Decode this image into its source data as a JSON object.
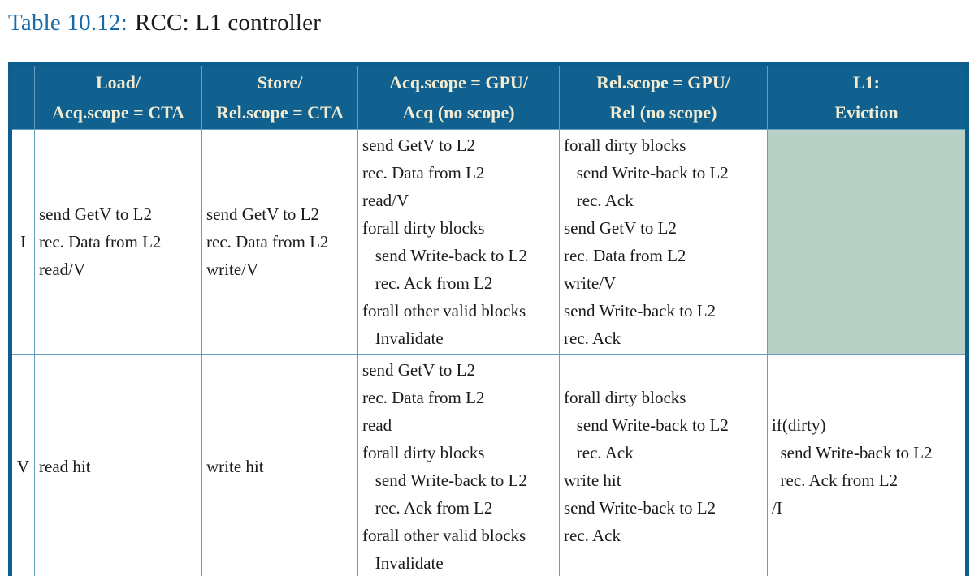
{
  "caption": {
    "label": "Table 10.12:",
    "title": "RCC: L1 controller"
  },
  "colors": {
    "header_bg": "#10618f",
    "header_text": "#f2ebd2",
    "grid_line": "#64a0c4",
    "outer_border": "#0d5e8d",
    "eviction_bg": "#b9d0c7",
    "caption_accent": "#1769a8",
    "body_text": "#1b1b1b"
  },
  "header": {
    "state": [],
    "load": [
      "Load/",
      "Acq.scope = CTA"
    ],
    "store": [
      "Store/",
      "Rel.scope = CTA"
    ],
    "acq_gpu": [
      "Acq.scope = GPU/",
      "Acq (no scope)"
    ],
    "rel_gpu": [
      "Rel.scope = GPU/",
      "Rel (no scope)"
    ],
    "eviction": [
      "L1:",
      "Eviction"
    ]
  },
  "rows": {
    "I": {
      "state": "I",
      "load": [
        "send GetV to L2",
        "rec. Data from L2",
        "read/V"
      ],
      "store": [
        "send GetV to L2",
        "rec. Data from L2",
        "write/V"
      ],
      "acq_gpu": [
        "send GetV to L2",
        "rec. Data from L2",
        "read/V",
        "forall dirty blocks",
        "   send Write-back to L2",
        "   rec. Ack from L2",
        "forall other valid blocks",
        "   Invalidate"
      ],
      "rel_gpu": [
        "forall dirty blocks",
        "   send Write-back to L2",
        "   rec. Ack",
        "send GetV to L2",
        "rec. Data from L2",
        "write/V",
        "send Write-back to L2",
        "rec. Ack"
      ],
      "eviction": []
    },
    "V": {
      "state": "V",
      "load": [
        "read hit"
      ],
      "store": [
        "write hit"
      ],
      "acq_gpu": [
        "send GetV to L2",
        "rec. Data from L2",
        "read",
        "forall dirty blocks",
        "   send Write-back to L2",
        "   rec. Ack from L2",
        "forall other valid blocks",
        "   Invalidate"
      ],
      "rel_gpu": [
        "forall dirty blocks",
        "   send Write-back to L2",
        "   rec. Ack",
        "write hit",
        "send Write-back to L2",
        "rec. Ack"
      ],
      "eviction": [
        "if(dirty)",
        "  send Write-back to L2",
        "  rec. Ack from L2",
        "/I"
      ]
    }
  }
}
